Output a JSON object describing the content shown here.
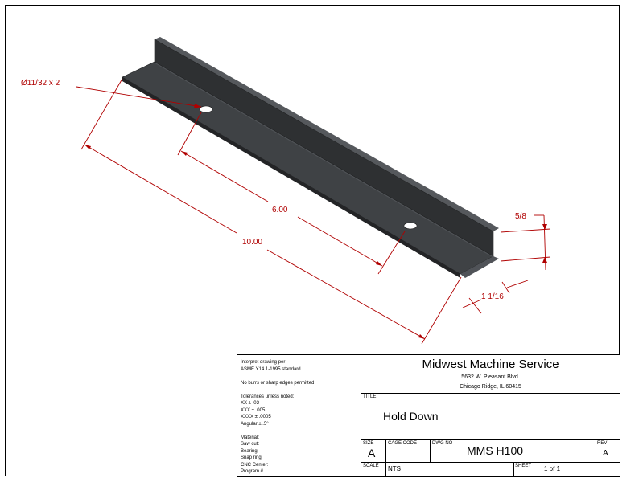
{
  "dimensions": {
    "hole": "Ø11/32 x 2",
    "hole_spacing": "6.00",
    "overall_length": "10.00",
    "flange_thickness": "5/8",
    "flange_width": "1 1/16"
  },
  "notes": {
    "lines": [
      "Interpret drawing per",
      "ASME Y14.1-1995 standard",
      "",
      "No burrs or sharp edges permitted",
      "",
      "Tolerances unless noted:",
      "XX ± .03",
      "XXX ± .005",
      "XXXX ± .0005",
      "Angular ± .5°",
      "",
      "Material:",
      "Saw cut:",
      "Bearing:",
      "Snap ring:",
      "CNC Center:",
      "Program #"
    ]
  },
  "company": {
    "name": "Midwest Machine Service",
    "street": "5632 W. Pleasant Blvd.",
    "city": "Chicago Ridge, IL 60415"
  },
  "title_block": {
    "title_label": "TITLE",
    "title": "Hold Down",
    "size_label": "SIZE",
    "size": "A",
    "cage_label": "CAGE CODE",
    "cage": "",
    "dwg_label": "DWG NO",
    "dwg_no": "MMS H100",
    "rev_label": "REV",
    "rev": "A",
    "scale_label": "SCALE",
    "scale": "NTS",
    "sheet_label": "SHEET",
    "sheet": "1 of 1"
  },
  "colors": {
    "dimension": "#b00000",
    "part_top": "#3f4245",
    "part_dark": "#2c2e30",
    "part_edge": "#55585c"
  }
}
